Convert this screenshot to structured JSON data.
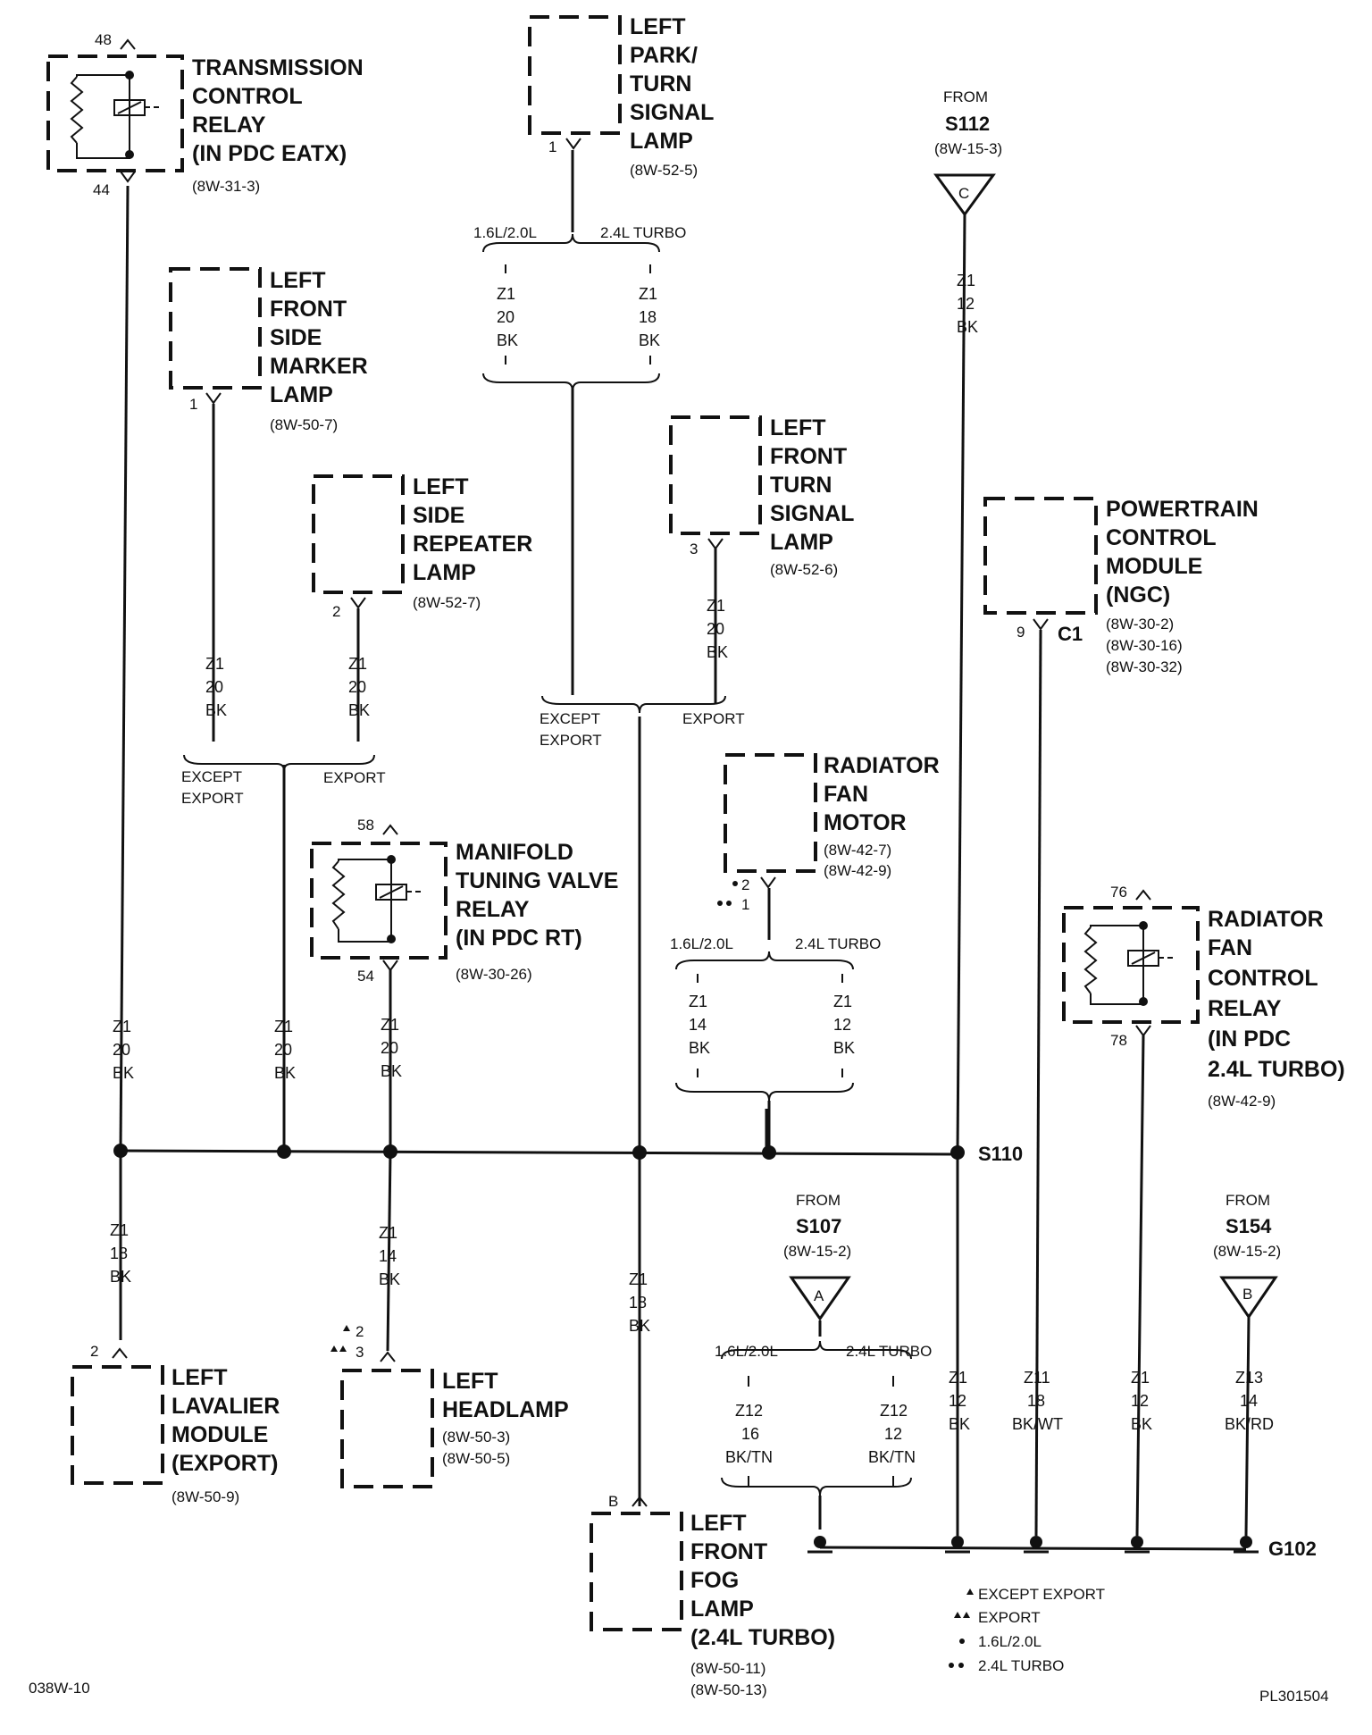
{
  "components": {
    "tcr": {
      "lines": [
        "TRANSMISSION",
        "CONTROL",
        "RELAY",
        "(IN PDC EATX)"
      ],
      "ref": "(8W-31-3)",
      "pin_top": "48",
      "pin_bottom": "44"
    },
    "park_turn": {
      "lines": [
        "LEFT",
        "PARK/",
        "TURN",
        "SIGNAL",
        "LAMP"
      ],
      "ref": "(8W-52-5)",
      "pin": "1"
    },
    "side_marker": {
      "lines": [
        "LEFT",
        "FRONT",
        "SIDE",
        "MARKER",
        "LAMP"
      ],
      "ref": "(8W-50-7)",
      "pin": "1"
    },
    "side_repeater": {
      "lines": [
        "LEFT",
        "SIDE",
        "REPEATER",
        "LAMP"
      ],
      "ref": "(8W-52-7)",
      "pin": "2"
    },
    "front_turn": {
      "lines": [
        "LEFT",
        "FRONT",
        "TURN",
        "SIGNAL",
        "LAMP"
      ],
      "ref": "(8W-52-6)",
      "pin": "3"
    },
    "pcm": {
      "lines": [
        "POWERTRAIN",
        "CONTROL",
        "MODULE",
        "(NGC)"
      ],
      "refs": [
        "(8W-30-2)",
        "(8W-30-16)",
        "(8W-30-32)"
      ],
      "pin": "9",
      "connector": "C1"
    },
    "rad_motor": {
      "lines": [
        "RADIATOR",
        "FAN",
        "MOTOR"
      ],
      "refs": [
        "(8W-42-7)",
        "(8W-42-9)"
      ],
      "pin_a": "2",
      "pin_b": "1"
    },
    "mtv_relay": {
      "lines": [
        "MANIFOLD",
        "TUNING VALVE",
        "RELAY",
        "(IN PDC RT)"
      ],
      "ref": "(8W-30-26)",
      "pin_top": "58",
      "pin_bottom": "54"
    },
    "rfc_relay": {
      "lines": [
        "RADIATOR",
        "FAN",
        "CONTROL",
        "RELAY",
        "(IN PDC",
        "2.4L TURBO)"
      ],
      "ref": "(8W-42-9)",
      "pin_top": "76",
      "pin_bottom": "78"
    },
    "lavalier": {
      "lines": [
        "LEFT",
        "LAVALIER",
        "MODULE",
        "(EXPORT)"
      ],
      "ref": "(8W-50-9)",
      "pin": "2"
    },
    "headlamp": {
      "lines": [
        "LEFT",
        "HEADLAMP"
      ],
      "refs": [
        "(8W-50-3)",
        "(8W-50-5)"
      ],
      "pin_a": "2",
      "pin_b": "3"
    },
    "fog": {
      "lines": [
        "LEFT",
        "FRONT",
        "FOG",
        "LAMP",
        "(2.4L TURBO)"
      ],
      "refs": [
        "(8W-50-11)",
        "(8W-50-13)"
      ],
      "pin": "B"
    }
  },
  "sources": {
    "s112": {
      "from": "FROM",
      "name": "S112",
      "ref": "(8W-15-3)",
      "letter": "C"
    },
    "s107": {
      "from": "FROM",
      "name": "S107",
      "ref": "(8W-15-2)",
      "letter": "A"
    },
    "s154": {
      "from": "FROM",
      "name": "S154",
      "ref": "(8W-15-2)",
      "letter": "B"
    }
  },
  "variants": {
    "engine_a": "1.6L/2.0L",
    "engine_b": "2.4L TURBO",
    "except_export": [
      "EXCEPT",
      "EXPORT"
    ],
    "export": "EXPORT"
  },
  "wires": {
    "w_tcr": [
      "Z1",
      "20",
      "BK"
    ],
    "w_pt_a": [
      "Z1",
      "20",
      "BK"
    ],
    "w_pt_b": [
      "Z1",
      "18",
      "BK"
    ],
    "w_s112": [
      "Z1",
      "12",
      "BK"
    ],
    "w_sm": [
      "Z1",
      "20",
      "BK"
    ],
    "w_sr": [
      "Z1",
      "20",
      "BK"
    ],
    "w_ft": [
      "Z1",
      "20",
      "BK"
    ],
    "w_rm_a": [
      "Z1",
      "14",
      "BK"
    ],
    "w_rm_b": [
      "Z1",
      "12",
      "BK"
    ],
    "w_mux": [
      "Z1",
      "20",
      "BK"
    ],
    "w_mtv": [
      "Z1",
      "20",
      "BK"
    ],
    "w_lav": [
      "Z1",
      "18",
      "BK"
    ],
    "w_head": [
      "Z1",
      "14",
      "BK"
    ],
    "w_fog": [
      "Z1",
      "18",
      "BK"
    ],
    "w_a1": [
      "Z12",
      "16",
      "BK/TN"
    ],
    "w_a2": [
      "Z12",
      "12",
      "BK/TN"
    ],
    "w_g1": [
      "Z1",
      "12",
      "BK"
    ],
    "w_g2": [
      "Z11",
      "18",
      "BK/WT"
    ],
    "w_g3": [
      "Z1",
      "12",
      "BK"
    ],
    "w_g4": [
      "Z13",
      "14",
      "BK/RD"
    ]
  },
  "splice": "S110",
  "ground": "G102",
  "legend": [
    "EXCEPT EXPORT",
    "EXPORT",
    "1.6L/2.0L",
    "2.4L TURBO"
  ],
  "footer": {
    "left": "038W-10",
    "right": "PL301504"
  }
}
